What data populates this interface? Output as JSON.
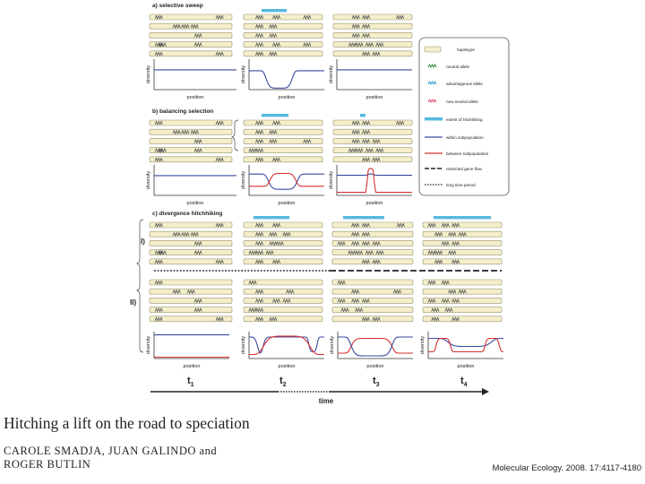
{
  "figure": {
    "panels": {
      "a": "a) selective sweep",
      "b": "b) balancing selection",
      "c": "c) divergence hitchhiking"
    },
    "subpopulation_labels": [
      "I)",
      "II)"
    ],
    "axis_labels": {
      "y": "diversity",
      "x": "position",
      "time": "time"
    },
    "time_points": [
      "t1",
      "t2",
      "t3",
      "t4"
    ],
    "legend": {
      "haplotype": "haplotype",
      "neutral_allele": "neutral allele",
      "advantageous_allele": "advantageous allele",
      "new_neutral_allele": "new neutral allele",
      "extent_of_hitchhiking": "extent of hitchhiking",
      "within_subpopulation": "within subpopulation",
      "between_subpopulation": "between subpopulation",
      "restricted_gene_flow": "restricted gene flow",
      "long_time_period": "long time period"
    },
    "colors": {
      "haplotype_fill": "#f4eecb",
      "haplotype_stroke": "#9a9470",
      "extent": "#56b8de",
      "within": "#3b4aa0",
      "between": "#d63030",
      "axis": "#333333"
    }
  },
  "paper": {
    "title": "Hitching a lift on the road to speciation",
    "authors_line1": "CAROLE SMADJA, JUAN GALINDO and",
    "authors_line2": "ROGER BUTLIN",
    "citation": "Molecular Ecology. 2008. 17:4117-4180"
  }
}
